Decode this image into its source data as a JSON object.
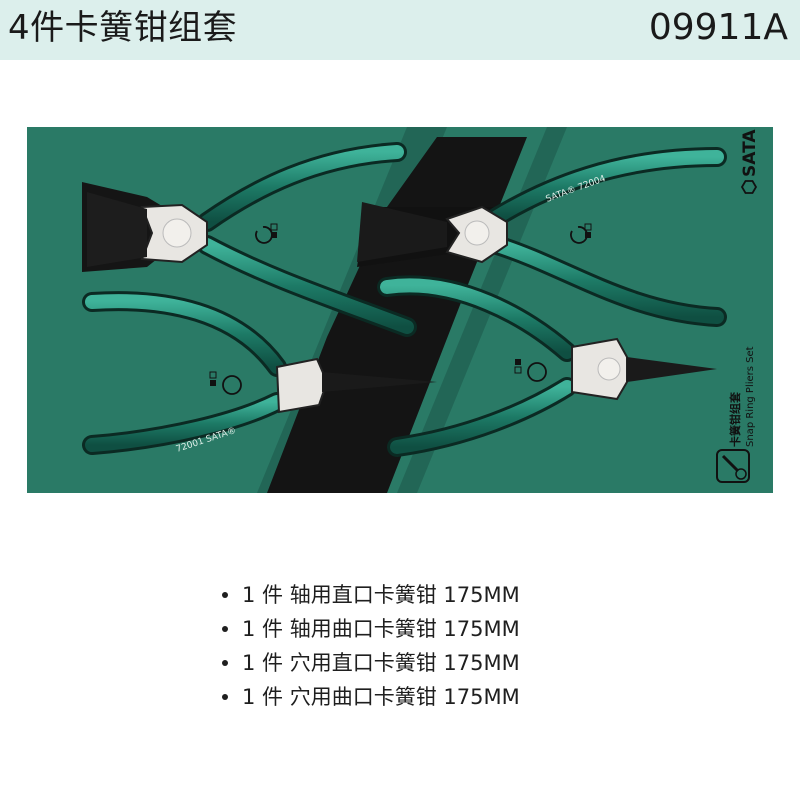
{
  "header": {
    "title": "4件卡簧钳组套",
    "model_code": "09911A",
    "background_color": "#dcefec"
  },
  "tray": {
    "background_color": "#2a7a66",
    "brand_logo_text": "SATA",
    "set_label_cn": "卡簧钳组套",
    "set_label_en": "Snap Ring Pliers Set",
    "pliers": [
      {
        "position": "top-left",
        "type_label": "直口",
        "handle_print": ""
      },
      {
        "position": "top-right",
        "type_label": "直口",
        "handle_print": "SATA® 72004"
      },
      {
        "position": "bottom-left",
        "type_label": "直口",
        "handle_print": "SATA® 72001"
      },
      {
        "position": "bottom-right",
        "type_label": "曲口",
        "handle_print": ""
      }
    ],
    "icons": [
      "external-ring-icon",
      "internal-ring-icon",
      "sata-logo-icon",
      "pliers-ring-icon"
    ]
  },
  "contents": {
    "items": [
      {
        "qty": "1 件",
        "name": "轴用直口卡簧钳",
        "size": "175MM"
      },
      {
        "qty": "1 件",
        "name": "轴用曲口卡簧钳",
        "size": "175MM"
      },
      {
        "qty": "1 件",
        "name": "穴用直口卡簧钳",
        "size": "175MM"
      },
      {
        "qty": "1 件",
        "name": "穴用曲口卡簧钳",
        "size": "175MM"
      }
    ]
  }
}
